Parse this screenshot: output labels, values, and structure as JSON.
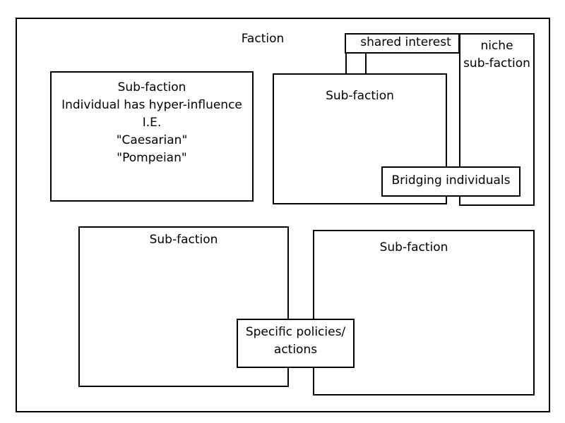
{
  "faction": {
    "label": "Faction"
  },
  "subfaction_influence": {
    "lines": [
      "Sub-faction",
      "Individual has hyper-influence",
      "I.E.",
      "\"Caesarian\"",
      "\"Pompeian\""
    ]
  },
  "subfaction_top_right": {
    "label": "Sub-faction"
  },
  "shared_interest": {
    "label": "shared interest"
  },
  "niche_subfaction": {
    "lines": [
      "niche",
      "sub-faction"
    ]
  },
  "bridging_individuals": {
    "label": "Bridging individuals"
  },
  "subfaction_bottom_left": {
    "label": "Sub-faction"
  },
  "subfaction_bottom_right": {
    "label": "Sub-faction"
  },
  "specific_policies": {
    "lines": [
      "Specific policies/",
      "actions"
    ]
  }
}
